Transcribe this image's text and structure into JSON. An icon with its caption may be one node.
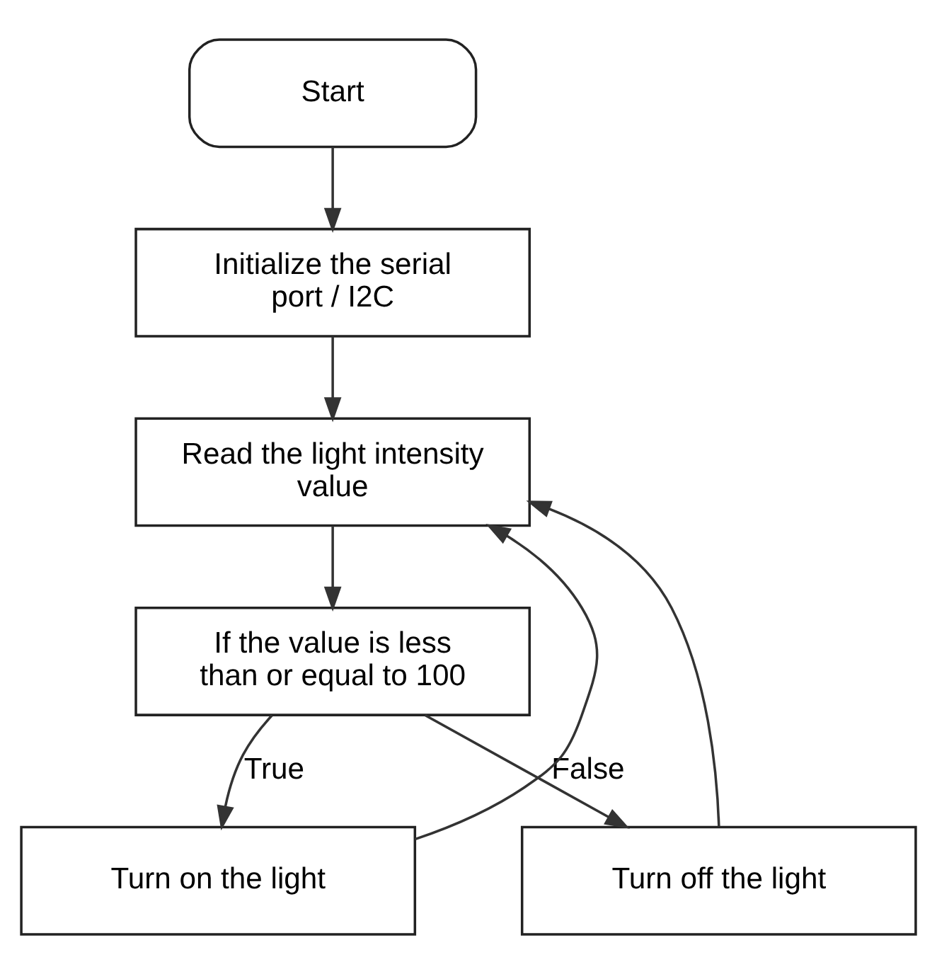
{
  "diagram": {
    "nodes": [
      {
        "text": [
          "Start"
        ]
      },
      {
        "text": [
          "Initialize the serial port / I2C"
        ]
      },
      {
        "text": [
          "Read the light intensity value"
        ]
      },
      {
        "text": [
          "If the value is less than or equal to 100"
        ]
      },
      {
        "text": [
          "Turn on the light"
        ]
      },
      {
        "text": [
          "Turn off the light"
        ]
      }
    ],
    "edges": [
      {
        "from": 0,
        "to": 1,
        "arrow": "to"
      },
      {
        "from": 1,
        "to": 2,
        "arrow": "to"
      },
      {
        "from": 2,
        "to": 3,
        "arrow": "to"
      },
      {
        "from": 3,
        "to": 4,
        "arrow": "to",
        "label": "True"
      },
      {
        "from": 3,
        "to": 5,
        "arrow": "to",
        "label": "False"
      },
      {
        "from": 4,
        "to": 2,
        "arrow": "to"
      },
      {
        "from": 5,
        "to": 2,
        "arrow": "to"
      }
    ]
  }
}
